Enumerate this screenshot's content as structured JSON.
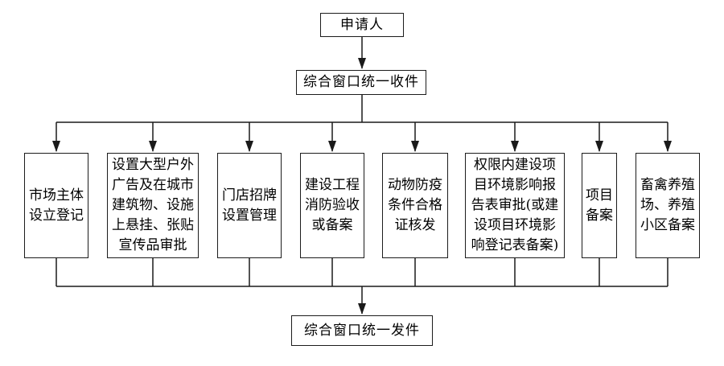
{
  "flow": {
    "applicant": "申请人",
    "intake": "综合窗口统一收件",
    "processes": [
      "市场主体\n设立登记",
      "设置大型户外\n广告及在城市\n建筑物、设施\n上悬挂、张贴\n宣传品审批",
      "门店招牌\n设置管理",
      "建设工程\n消防验收\n或备案",
      "动物防疫\n条件合格\n证核发",
      "权限内建设项\n目环境影响报\n告表审批(或建\n设项目环境影\n响登记表备案)",
      "项目\n备案",
      "畜禽养殖\n场、养殖\n小区备案"
    ],
    "dispatch": "综合窗口统一发件"
  },
  "colors": {
    "line": "#1a1a1a",
    "box_border": "#1c1c1c",
    "box_fill": "#ffffff",
    "text": "#000000",
    "background": "#ffffff"
  }
}
